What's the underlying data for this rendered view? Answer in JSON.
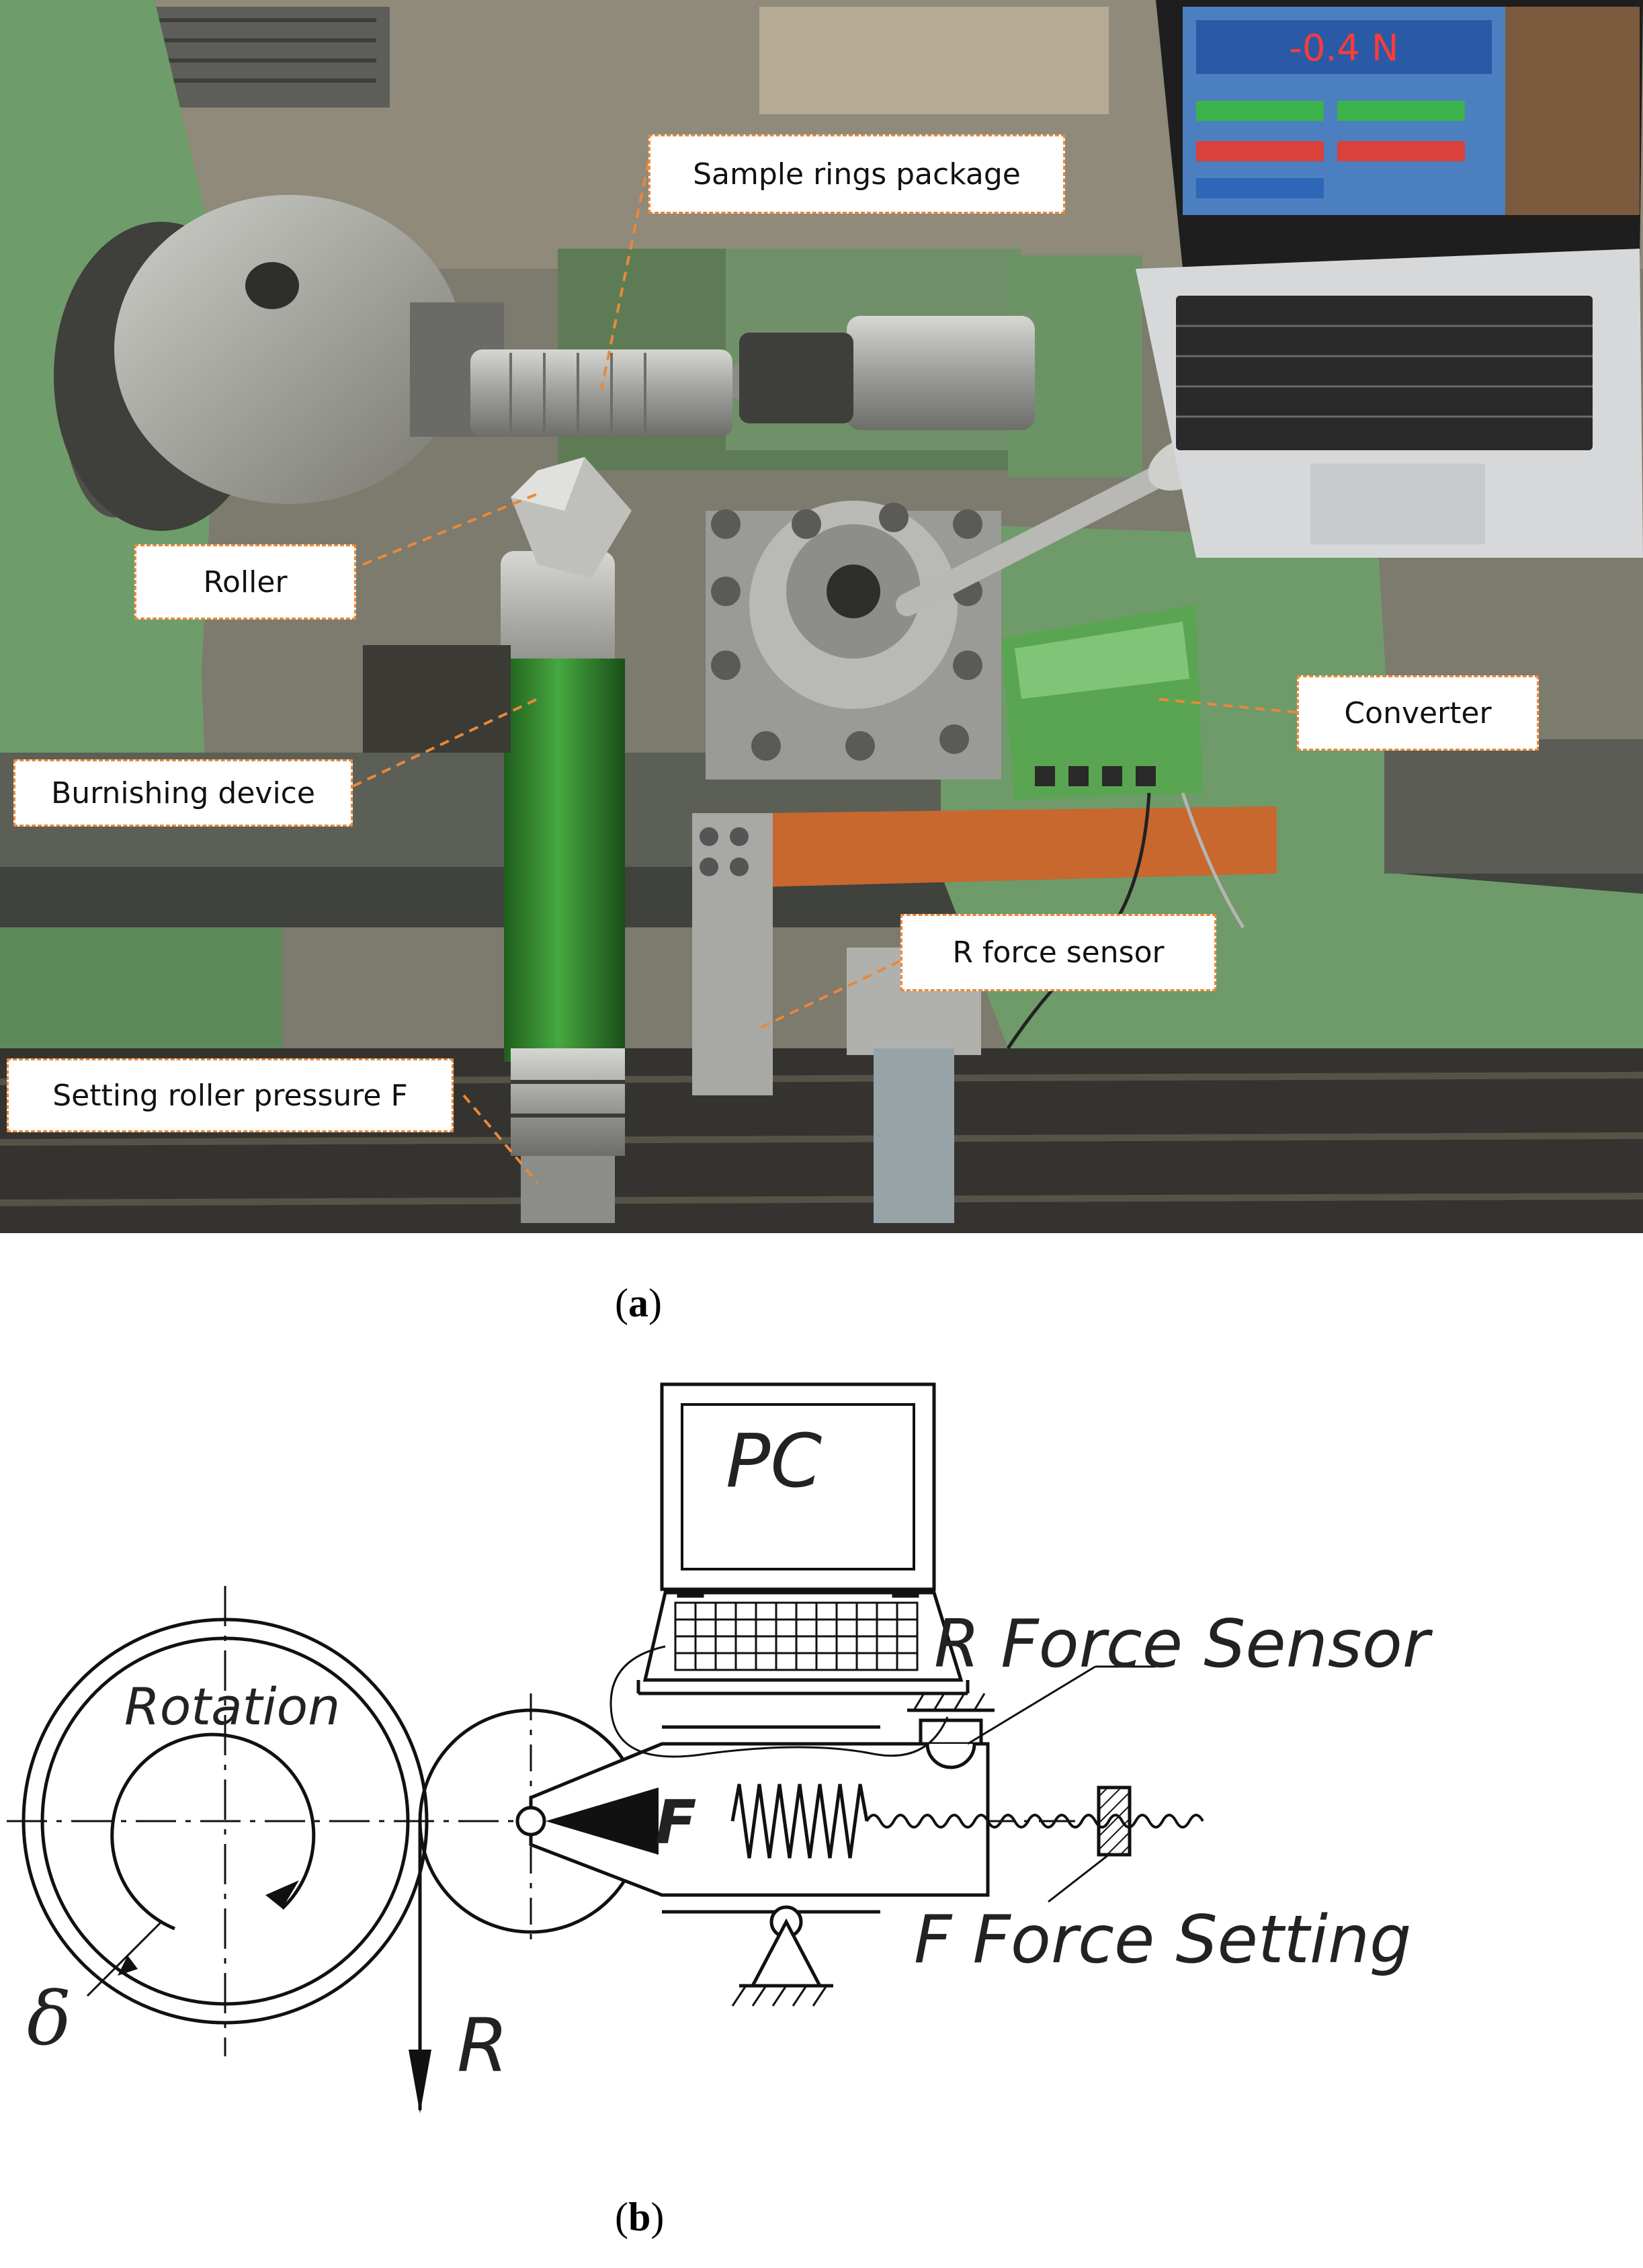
{
  "panel_a": {
    "label_open": "(",
    "label_letter": "a",
    "label_close": ")",
    "callouts": {
      "sample_rings": "Sample rings package",
      "roller": "Roller",
      "burnishing": "Burnishing device",
      "converter": "Converter",
      "r_sensor": "R  force sensor",
      "setting": "Setting roller pressure F"
    },
    "screen_readout": "-0.4 N"
  },
  "panel_b": {
    "label_open": "(",
    "label_letter": "b",
    "label_close": ")",
    "pc": "PC",
    "rotation": "Rotation",
    "r_force_sensor": "R Force Sensor",
    "f_force_setting": "F Force Setting",
    "f_symbol": "F",
    "r_symbol": "R",
    "delta": "δ"
  },
  "colors": {
    "callout_border": "#e8893a",
    "machine_green": "#6e9c6a",
    "device_green": "#2f8a2b",
    "steel": "#a9a9a6",
    "copper": "#c8672e"
  }
}
